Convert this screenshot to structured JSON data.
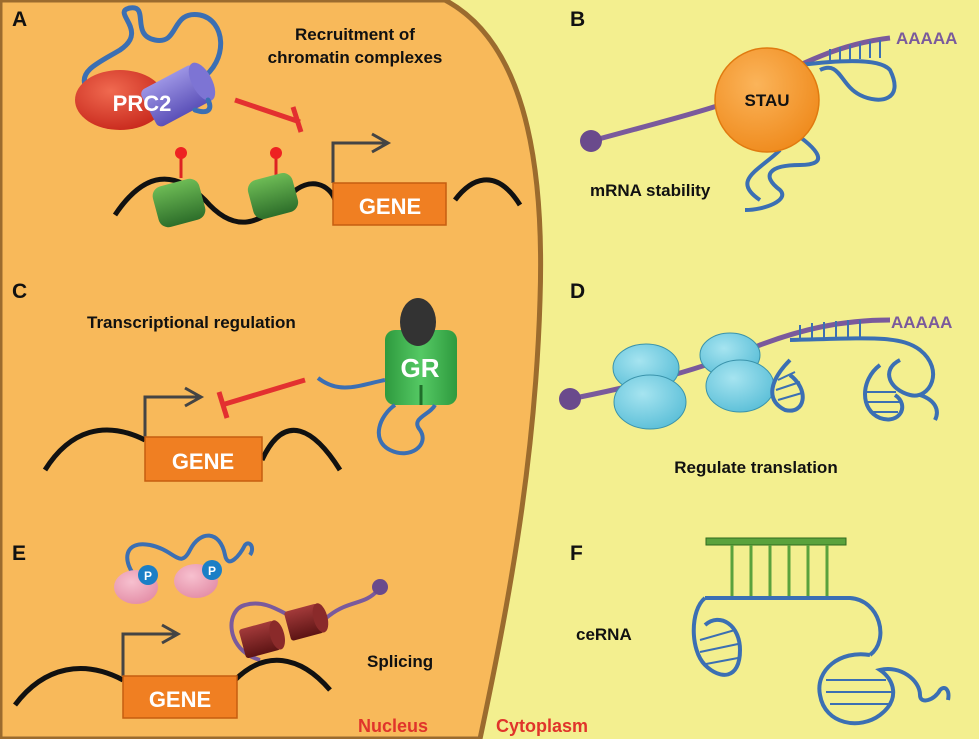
{
  "panels": {
    "A": {
      "letter": "A",
      "caption_line1": "Recruitment of",
      "caption_line2": "chromatin complexes",
      "complex": "PRC2",
      "gene": "GENE"
    },
    "B": {
      "letter": "B",
      "caption": "mRNA stability",
      "protein": "STAU",
      "polya": "AAAAA"
    },
    "C": {
      "letter": "C",
      "caption": "Transcriptional regulation",
      "receptor": "GR",
      "gene": "GENE"
    },
    "D": {
      "letter": "D",
      "caption": "Regulate translation",
      "polya": "AAAAA"
    },
    "E": {
      "letter": "E",
      "caption": "Splicing",
      "phospho1": "P",
      "phospho2": "P",
      "gene": "GENE"
    },
    "F": {
      "letter": "F",
      "caption": "ceRNA"
    }
  },
  "regions": {
    "nucleus": "Nucleus",
    "cytoplasm": "Cytoplasm"
  },
  "colors": {
    "nucleus_bg": "#f8b95a",
    "cytoplasm_bg": "#f3ef8f",
    "membrane": "#9b6b2e",
    "gene_box": "#f07f22",
    "rna": "#3b6fb3",
    "mrna": "#7a5a9c",
    "inhibit": "#e33030",
    "histone": "#3f8f3a",
    "gr": "#36b04a",
    "ribosome": "#6fcbe0",
    "stau": "#f7941d",
    "mirna": "#5aa23c",
    "region_label": "#e0342b"
  }
}
